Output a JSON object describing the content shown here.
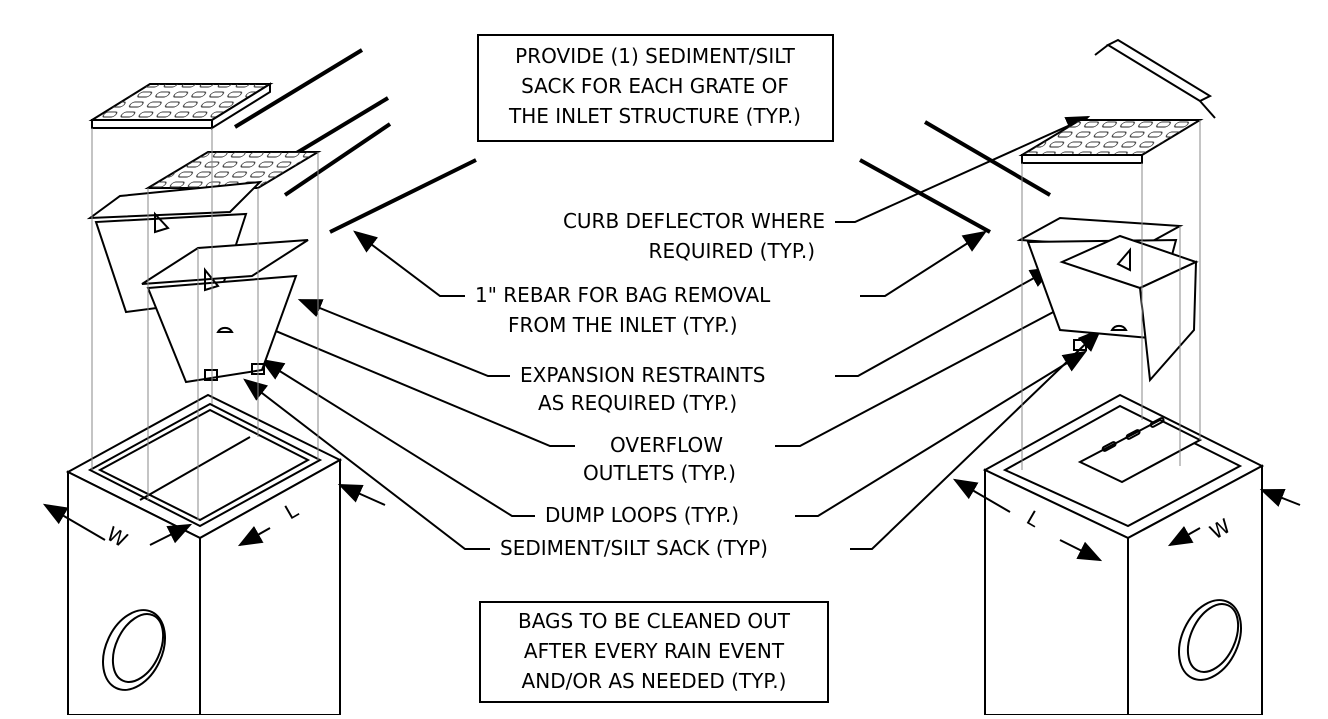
{
  "top_note": {
    "line1": "PROVIDE (1) SEDIMENT/SILT",
    "line2": "SACK FOR EACH GRATE OF",
    "line3": "THE INLET STRUCTURE (TYP.)"
  },
  "bottom_note": {
    "line1": "BAGS TO BE CLEANED OUT",
    "line2": "AFTER EVERY RAIN EVENT",
    "line3": "AND/OR AS NEEDED (TYP.)"
  },
  "callouts": {
    "curb_deflector_1": "CURB DEFLECTOR WHERE",
    "curb_deflector_2": "REQUIRED (TYP.)",
    "rebar_1": "1\" REBAR FOR BAG REMOVAL",
    "rebar_2": "FROM THE INLET (TYP.)",
    "expansion_1": "EXPANSION RESTRAINTS",
    "expansion_2": "AS REQUIRED (TYP.)",
    "overflow_1": "OVERFLOW",
    "overflow_2": "OUTLETS (TYP.)",
    "dump_loops": "DUMP LOOPS (TYP.)",
    "sediment_sack": "SEDIMENT/SILT SACK (TYP)"
  },
  "dimensions": {
    "left_w": "W",
    "left_l": "L",
    "right_l": "L",
    "right_w": "W"
  }
}
